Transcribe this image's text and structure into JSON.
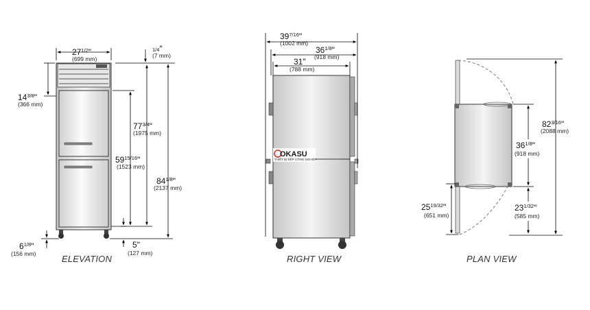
{
  "views": {
    "elevation": "ELEVATION",
    "right": "RIGHT VIEW",
    "plan": "PLAN VIEW"
  },
  "logo": {
    "text": "OKASU",
    "subtext": "THIẾT BỊ BẾP CÔNG NGHIỆP"
  },
  "dimensions": {
    "elev_width": {
      "whole": "27",
      "frac": "1/2",
      "unit": "\"",
      "mm": "(699 mm)"
    },
    "elev_top": {
      "whole": "",
      "frac": "1/4",
      "unit": "\"",
      "mm": "(7 mm)"
    },
    "elev_grille": {
      "whole": "14",
      "frac": "3/8",
      "unit": "\"",
      "mm": "(366 mm)"
    },
    "elev_body": {
      "whole": "77",
      "frac": "3/4",
      "unit": "\"",
      "mm": "(1975 mm)"
    },
    "elev_door": {
      "whole": "59",
      "frac": "15/16",
      "unit": "\"",
      "mm": "(1523 mm)"
    },
    "elev_total": {
      "whole": "84",
      "frac": "1/8",
      "unit": "\"",
      "mm": "(2137 mm)"
    },
    "elev_legs": {
      "whole": "6",
      "frac": "1/8",
      "unit": "\"",
      "mm": "(156 mm)"
    },
    "elev_base": {
      "whole": "5",
      "frac": "",
      "unit": "\"",
      "mm": "(127 mm)"
    },
    "right_overall": {
      "whole": "39",
      "frac": "7/16",
      "unit": "\"",
      "mm": "(1002 mm)"
    },
    "right_depth": {
      "whole": "36",
      "frac": "1/8",
      "unit": "\"",
      "mm": "(918 mm)"
    },
    "right_body": {
      "whole": "31",
      "frac": "",
      "unit": "\"",
      "mm": "(788 mm)"
    },
    "plan_total": {
      "whole": "82",
      "frac": "3/16",
      "unit": "\"",
      "mm": "(2088 mm)"
    },
    "plan_depth": {
      "whole": "36",
      "frac": "1/8",
      "unit": "\"",
      "mm": "(918 mm)"
    },
    "plan_swing_left": {
      "whole": "25",
      "frac": "19/32",
      "unit": "\"",
      "mm": "(651 mm)"
    },
    "plan_swing_right": {
      "whole": "23",
      "frac": "1/32",
      "unit": "\"",
      "mm": "(585 mm)"
    }
  },
  "colors": {
    "panel": "#d6d6d6",
    "panel_light": "#f2f2f2",
    "line": "#000000"
  }
}
